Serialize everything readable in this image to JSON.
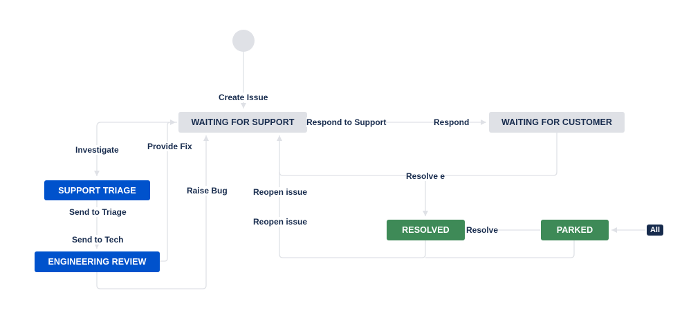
{
  "colors": {
    "gray_status": "#dfe1e6",
    "blue_status": "#0052cc",
    "green_status": "#3e8a57",
    "line": "#dfe1e6",
    "label": "#172b4d",
    "badge": "#172b4d"
  },
  "statuses": {
    "waiting_for_support": "WAITING FOR SUPPORT",
    "waiting_for_customer": "WAITING FOR CUSTOMER",
    "support_triage": "SUPPORT TRIAGE",
    "engineering_review": "ENGINEERING REVIEW",
    "resolved": "RESOLVED",
    "parked": "PARKED"
  },
  "transitions": {
    "create_issue": "Create Issue",
    "respond_to_support": "Respond to Support",
    "respond": "Respond",
    "investigate": "Investigate",
    "provide_fix": "Provide Fix",
    "raise_bug": "Raise Bug",
    "send_to_triage": "Send to Triage",
    "send_to_tech": "Send to Tech",
    "resolve_e": "Resolve e",
    "reopen_issue_1": "Reopen issue",
    "reopen_issue_2": "Reopen issue",
    "resolve": "Resolve"
  },
  "global_transition_badge": "All"
}
